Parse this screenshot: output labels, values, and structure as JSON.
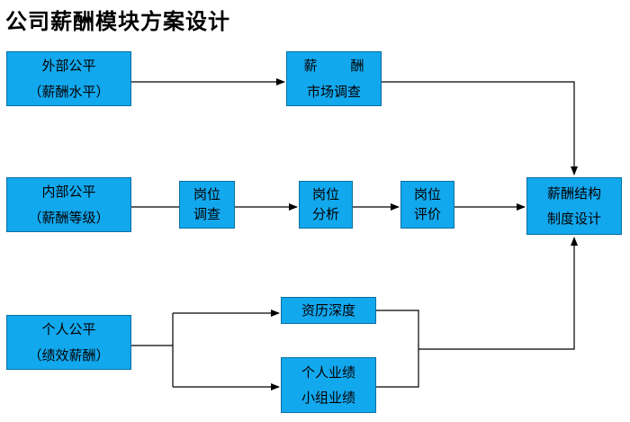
{
  "title": "公司薪酬模块方案设计",
  "boxes": {
    "external_fair": {
      "line1": "外部公平",
      "line2": "（薪酬水平）"
    },
    "salary_survey": {
      "line1a": "薪",
      "line1b": "酬",
      "line2": "市场调查"
    },
    "internal_fair": {
      "line1": "内部公平",
      "line2": "（薪酬等级）"
    },
    "job_survey": {
      "line1": "岗位",
      "line2": "调查"
    },
    "job_analysis": {
      "line1": "岗位",
      "line2": "分析"
    },
    "job_evaluation": {
      "line1": "岗位",
      "line2": "评价"
    },
    "structure_design": {
      "line1": "薪酬结构",
      "line2": "制度设计"
    },
    "individual_fair": {
      "line1": "个人公平",
      "line2": "（绩效薪酬）"
    },
    "seniority": {
      "line1": "资历深度"
    },
    "performance": {
      "line1": "个人业绩",
      "line2": "小组业绩"
    }
  },
  "colors": {
    "box_fill": "#12a8ee",
    "box_border": "#0a6fa0",
    "line": "#000000"
  }
}
